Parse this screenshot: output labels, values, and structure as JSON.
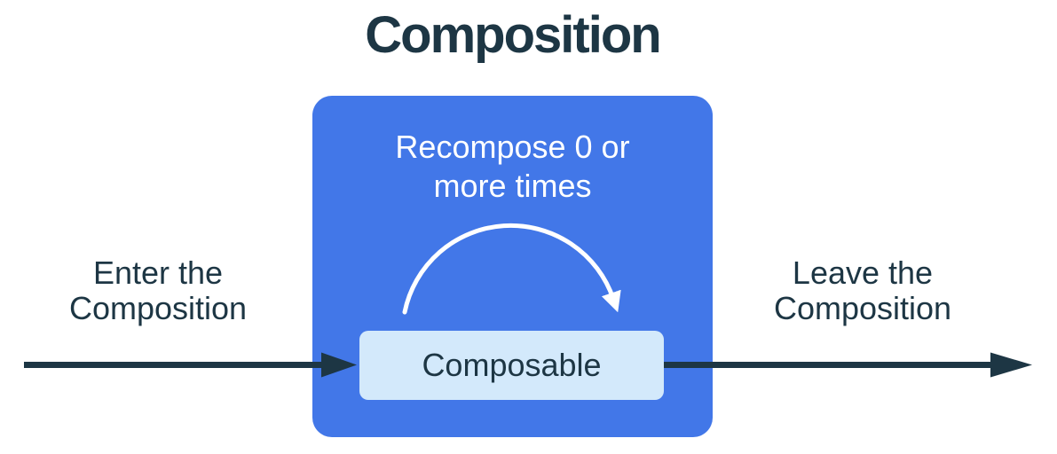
{
  "title": "Composition",
  "colors": {
    "box_blue": "#4277E8",
    "composable_bg": "#D3E9FB",
    "ink": "#1D3644",
    "arc_white": "#FFFFFF"
  },
  "composition_box": {
    "recompose_label": "Recompose 0 or\nmore times",
    "composable_label": "Composable"
  },
  "flow": {
    "enter_label": "Enter the\nComposition",
    "leave_label": "Leave the\nComposition"
  }
}
